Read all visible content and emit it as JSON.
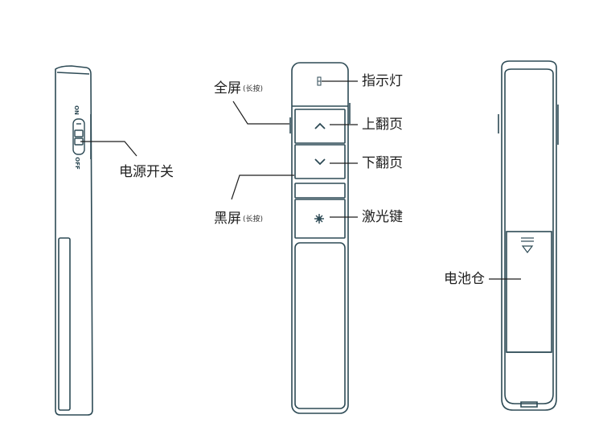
{
  "colors": {
    "outline": "#2d4a55",
    "leader": "#1f1f1f",
    "text": "#1f1f1f"
  },
  "side_view": {
    "switch_on": "ON",
    "switch_off": "OFF",
    "power_switch_label": "电源开关"
  },
  "front_view": {
    "indicator_label": "指示灯",
    "page_up_label": "上翻页",
    "page_down_label": "下翻页",
    "laser_label": "激光键",
    "fullscreen_label": "全屏",
    "fullscreen_note": "(长按)",
    "blackscreen_label": "黑屏",
    "blackscreen_note": "(长按)"
  },
  "back_view": {
    "battery_label": "电池仓"
  },
  "icons": [
    "led-indicator-icon",
    "chevron-up-icon",
    "chevron-down-icon",
    "laser-star-icon",
    "battery-cover-arrow-icon"
  ]
}
